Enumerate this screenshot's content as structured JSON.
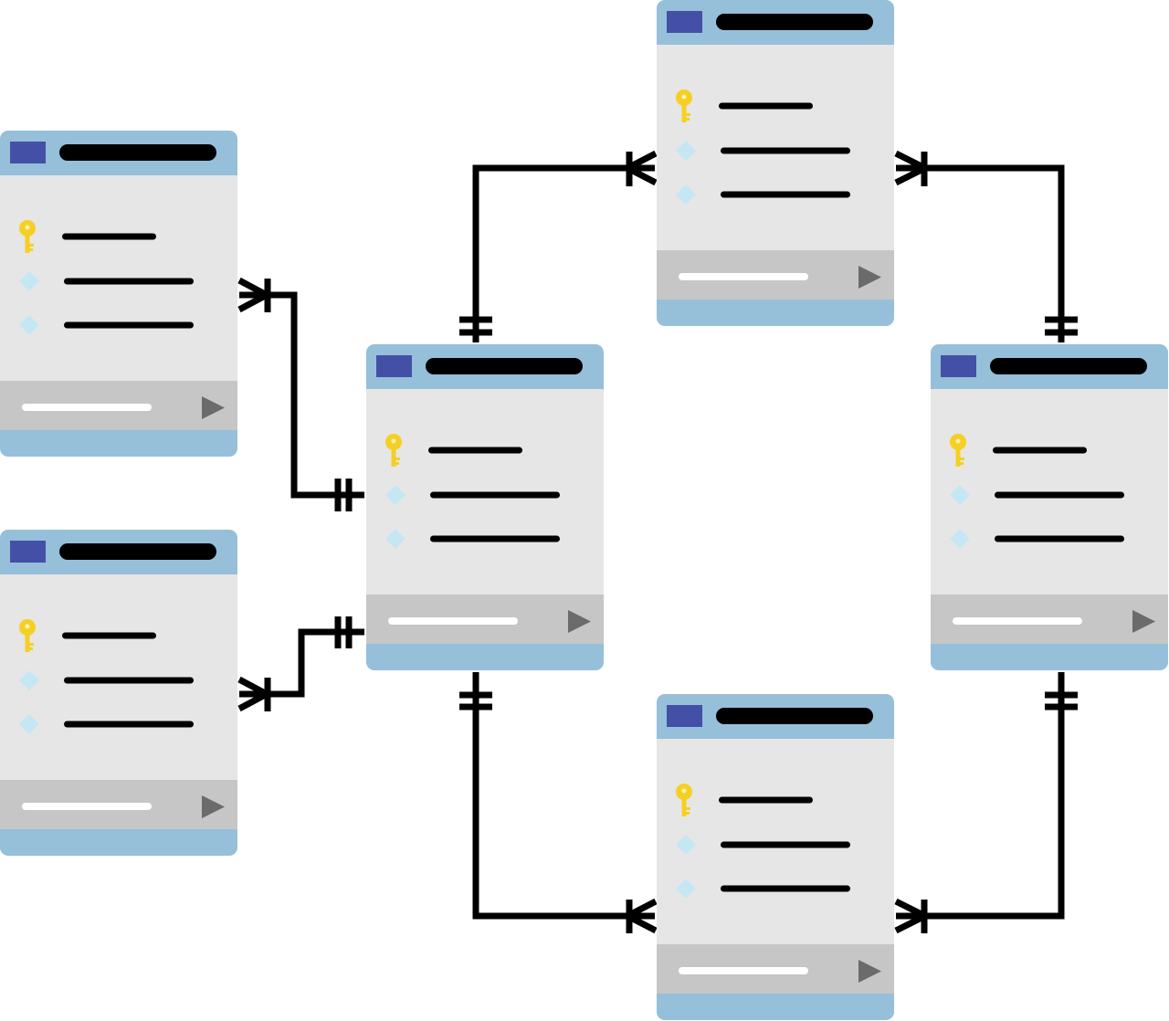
{
  "diagram": {
    "type": "entity-relationship",
    "colors": {
      "header": "#96bfda",
      "header_badge": "#4450a6",
      "title_bar": "#000000",
      "body": "#e6e6e6",
      "footer": "#c6c6c6",
      "footer_line": "#ffffff",
      "play_icon": "#6b6b6b",
      "key_icon": "#f5d023",
      "diamond_icon": "#c5e7f3",
      "connector": "#000000"
    },
    "tables": [
      {
        "id": "t-left-top",
        "fields": [
          {
            "icon": "key-icon"
          },
          {
            "icon": "diamond-icon"
          },
          {
            "icon": "diamond-icon"
          }
        ]
      },
      {
        "id": "t-left-bottom",
        "fields": [
          {
            "icon": "key-icon"
          },
          {
            "icon": "diamond-icon"
          },
          {
            "icon": "diamond-icon"
          }
        ]
      },
      {
        "id": "t-center",
        "fields": [
          {
            "icon": "key-icon"
          },
          {
            "icon": "diamond-icon"
          },
          {
            "icon": "diamond-icon"
          }
        ]
      },
      {
        "id": "t-top",
        "fields": [
          {
            "icon": "key-icon"
          },
          {
            "icon": "diamond-icon"
          },
          {
            "icon": "diamond-icon"
          }
        ]
      },
      {
        "id": "t-right",
        "fields": [
          {
            "icon": "key-icon"
          },
          {
            "icon": "diamond-icon"
          },
          {
            "icon": "diamond-icon"
          }
        ]
      },
      {
        "id": "t-bottom",
        "fields": [
          {
            "icon": "key-icon"
          },
          {
            "icon": "diamond-icon"
          },
          {
            "icon": "diamond-icon"
          }
        ]
      }
    ],
    "relationships": [
      {
        "from": "t-center",
        "to": "t-left-top",
        "from_end": "one",
        "to_end": "many"
      },
      {
        "from": "t-center",
        "to": "t-left-bottom",
        "from_end": "one",
        "to_end": "many"
      },
      {
        "from": "t-center",
        "to": "t-top",
        "from_end": "one",
        "to_end": "many"
      },
      {
        "from": "t-center",
        "to": "t-bottom",
        "from_end": "one",
        "to_end": "many"
      },
      {
        "from": "t-right",
        "to": "t-top",
        "from_end": "one",
        "to_end": "many"
      },
      {
        "from": "t-right",
        "to": "t-bottom",
        "from_end": "one",
        "to_end": "many"
      }
    ]
  }
}
